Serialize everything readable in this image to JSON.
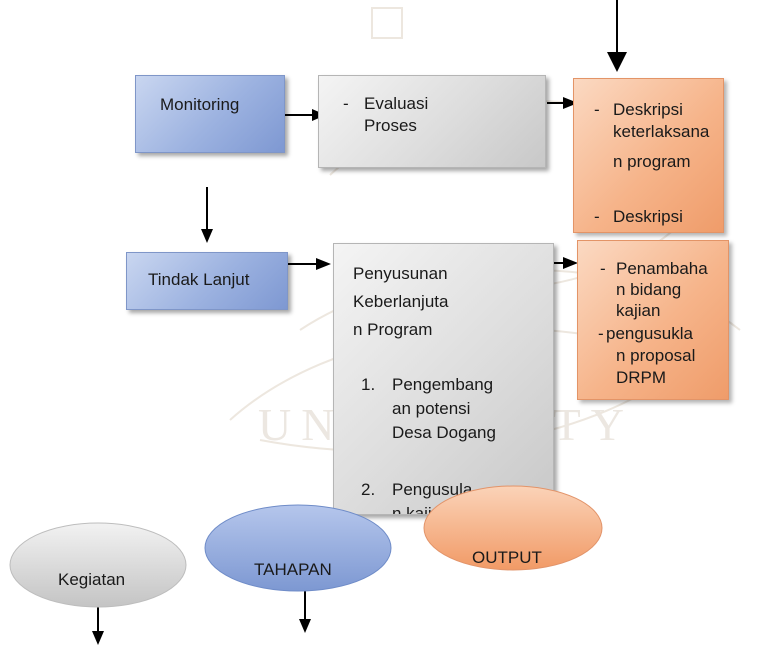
{
  "monitoring": {
    "label": "Monitoring"
  },
  "evaluasi": {
    "bullet": "-",
    "line1": "Evaluasi",
    "line2": "Proses"
  },
  "deskripsi": {
    "bullet1": "-",
    "b1_line1": "Deskripsi",
    "b1_line2": "keterlaksana",
    "b1_line3": "n program",
    "bullet2": "-",
    "b2_line1": "Deskripsi"
  },
  "tindak_lanjut": {
    "label": "Tindak Lanjut"
  },
  "penyusunan": {
    "line1": "Penyusunan",
    "line2": "Keberlanjuta",
    "line3": "n Program",
    "item1_num": "1.",
    "item1_line1": "Pengembang",
    "item1_line2": "an potensi",
    "item1_line3": "Desa Dogang",
    "item2_num": "2.",
    "item2_line1": "Pengusula",
    "item2_line2": "n kajian"
  },
  "penambahan": {
    "bullet1": "-",
    "b1_line1": "Penambaha",
    "b1_line2": "n bidang",
    "b1_line3": "kajian",
    "bullet2": "-",
    "b2_line1": "pengusukla",
    "b2_line2": "n proposal",
    "b2_line3": "DRPM"
  },
  "legend": {
    "kegiatan": "Kegiatan",
    "tahapan": "TAHAPAN",
    "output": "OUTPUT"
  },
  "colors": {
    "blue": "#9cb2e0",
    "gray": "#dcdcdc",
    "orange": "#f6b48a",
    "legend_gray": "#d5d5d5",
    "legend_blue": "#8ea6dc",
    "legend_orange": "#f4a57a"
  }
}
